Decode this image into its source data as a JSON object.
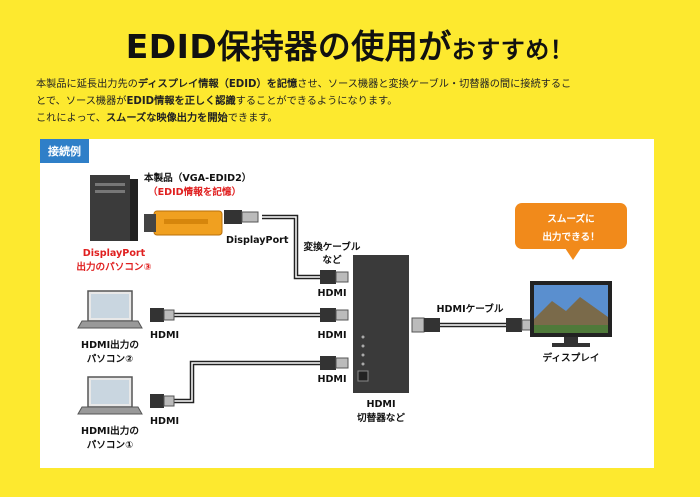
{
  "title": {
    "main": "EDID保持器の使用が",
    "suffix": "おすすめ！"
  },
  "description": {
    "line1": [
      {
        "t": "本製品に延長出力先の",
        "b": false
      },
      {
        "t": "ディスプレイ情報（EDID）を記憶",
        "b": true
      },
      {
        "t": "させ、ソース機器と変換ケーブル・切替器の間に接続するこ",
        "b": false
      }
    ],
    "line2": [
      {
        "t": "とで、ソース機器が",
        "b": false
      },
      {
        "t": "EDID情報を正しく認識",
        "b": true
      },
      {
        "t": "することができるようになります。",
        "b": false
      }
    ],
    "line3": [
      {
        "t": "これによって、",
        "b": false
      },
      {
        "t": "スムーズな映像出力を開始",
        "b": true
      },
      {
        "t": "できます。",
        "b": false
      }
    ]
  },
  "diagram": {
    "tag": "接続例",
    "product_name": "本製品（VGA-EDID2）",
    "product_note": "（EDID情報を記憶）",
    "dp_pc_line1": "DisplayPort",
    "dp_pc_line2": "出力のパソコン③",
    "dp_cable": "DisplayPort",
    "adapter_line1": "変換ケーブル",
    "adapter_line2": "など",
    "hdmi": "HDMI",
    "hdmi_pc2_line1": "HDMI出力の",
    "hdmi_pc2_line2": "パソコン②",
    "hdmi_pc1_line1": "HDMI出力の",
    "hdmi_pc1_line2": "パソコン①",
    "switcher_line1": "HDMI",
    "switcher_line2": "切替器など",
    "hdmi_cable": "HDMIケーブル",
    "bubble_line1": "スムーズに",
    "bubble_line2": "出力できる！",
    "display": "ディスプレイ"
  },
  "colors": {
    "background": "#fde92f",
    "tag": "#2f7fc8",
    "bubble": "#f18a1b",
    "note_red": "#e02020",
    "product_orange": "#f0a020"
  }
}
